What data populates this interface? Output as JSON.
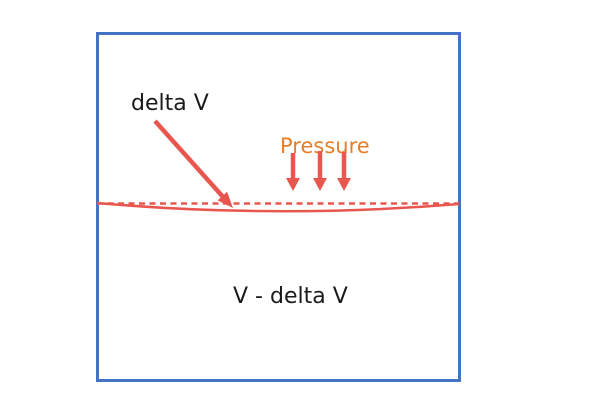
{
  "diagram": {
    "delta_v_label": "delta V",
    "pressure_label": "Pressure",
    "volume_label": "V - delta V"
  },
  "icons": {
    "delta_v_arrow": "diagonal-arrow-pointing-down-right-to-surface",
    "pressure_arrows": "three-small-arrows-pointing-down",
    "original_surface": "horizontal-dashed-line",
    "compressed_surface": "slightly-sagging-solid-curve"
  },
  "colors": {
    "box-border": "#4472C4",
    "red": "#E8564F",
    "orange": "#E87D27",
    "text": "#1A1A1A",
    "bg": "#FFFFFF"
  }
}
